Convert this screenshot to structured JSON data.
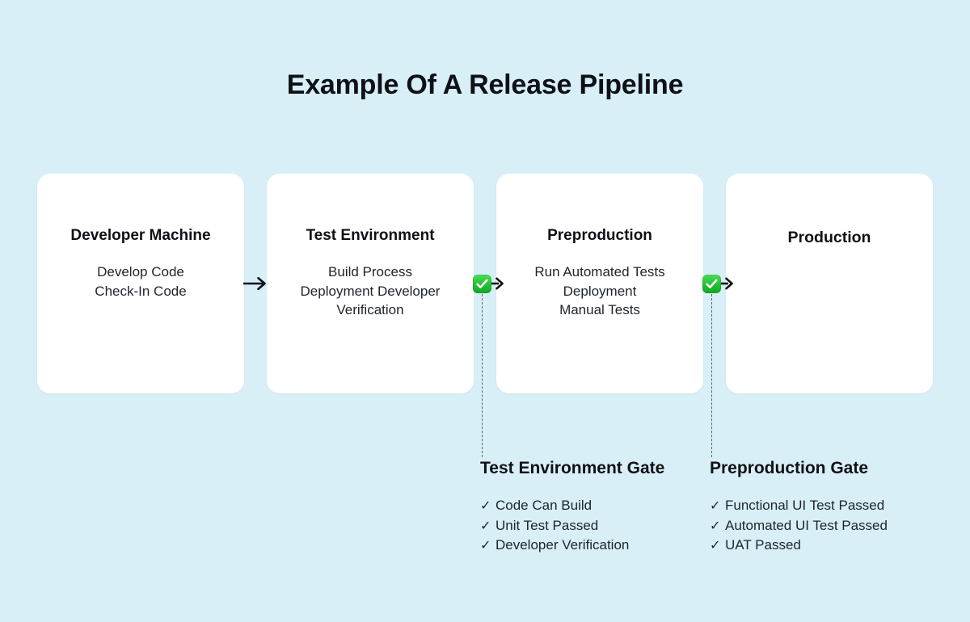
{
  "page": {
    "title": "Example Of A Release Pipeline",
    "background_color": "#d9eff7",
    "card_color": "#ffffff",
    "accent_color": "#22c034",
    "text_color": "#0e1116"
  },
  "stages": [
    {
      "name": "Developer Machine",
      "items": [
        "Develop Code",
        "Check-In Code"
      ],
      "body": "Develop Code\nCheck-In Code"
    },
    {
      "name": "Test Environment",
      "items": [
        "Build Process",
        "Deployment Developer",
        "Verification"
      ],
      "body": "Build Process\nDeployment Developer\nVerification"
    },
    {
      "name": "Preproduction",
      "items": [
        "Run Automated Tests",
        "Deployment",
        "Manual Tests"
      ],
      "body": "Run Automated Tests\nDeployment\nManual Tests"
    },
    {
      "name": "Production",
      "items": [],
      "body": ""
    }
  ],
  "connectors": [
    {
      "type": "arrow",
      "icon": "arrow-right-icon",
      "from": "Developer Machine",
      "to": "Test Environment"
    },
    {
      "type": "gate",
      "icon": "green-check-badge-icon",
      "from": "Test Environment",
      "to": "Preproduction"
    },
    {
      "type": "gate",
      "icon": "green-check-badge-icon",
      "from": "Preproduction",
      "to": "Production"
    }
  ],
  "gates": [
    {
      "title": "Test Environment Gate",
      "check_glyph": "✓",
      "criteria": [
        "Code Can Build",
        "Unit Test Passed",
        "Developer Verification"
      ]
    },
    {
      "title": "Preproduction Gate",
      "check_glyph": "✓",
      "criteria": [
        "Functional UI Test Passed",
        "Automated UI Test Passed",
        "UAT Passed"
      ]
    }
  ]
}
